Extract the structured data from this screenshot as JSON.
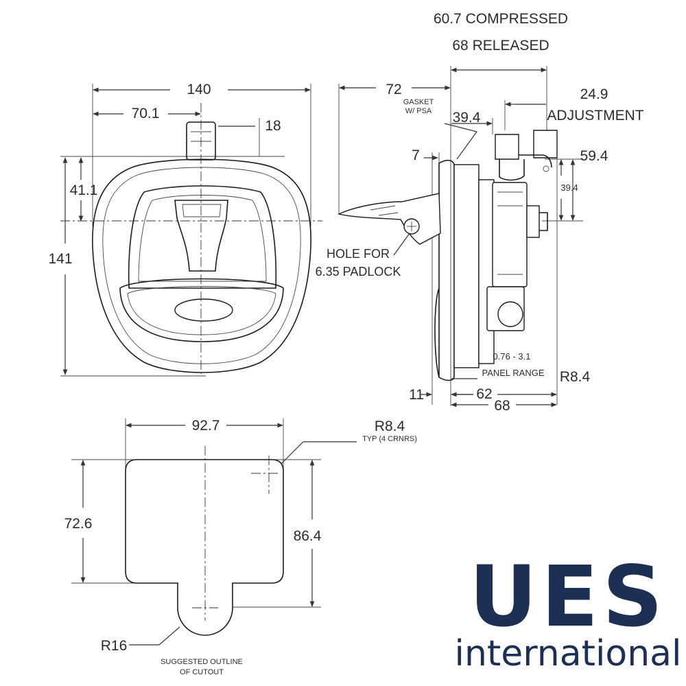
{
  "front_view": {
    "width": "140",
    "half_width": "70.1",
    "handle_width": "18",
    "upper_height": "41.1",
    "height": "141"
  },
  "side_view": {
    "compressed": "60.7 COMPRESSED",
    "released": "68 RELEASED",
    "handle_reach": "72",
    "gasket_line1": "GASKET",
    "gasket_line2": "W/ PSA",
    "dim_39_4_top": "39.4",
    "adjustment_value": "24.9",
    "adjustment_label": "ADJUSTMENT",
    "dim_7": "7",
    "dim_59_4": "59.4",
    "dim_39_4_side": "39.4",
    "hole_line1": "HOLE FOR",
    "hole_line2": "6.35 PADLOCK",
    "panel_range_value": "0.76 - 3.1",
    "panel_range_label": "PANEL RANGE",
    "radius": "R8.4",
    "dim_11": "11",
    "dim_62": "62",
    "dim_68": "68"
  },
  "cutout": {
    "width": "92.7",
    "corner_radius": "R8.4",
    "corner_note": "TYP (4 CRNRS)",
    "inner_height": "72.6",
    "total_height": "86.4",
    "tab_radius": "R16",
    "caption_line1": "SUGGESTED OUTLINE",
    "caption_line2": "OF CUTOUT"
  },
  "logo": {
    "mark": "UES",
    "name": "international",
    "color": "#1c2f55"
  }
}
